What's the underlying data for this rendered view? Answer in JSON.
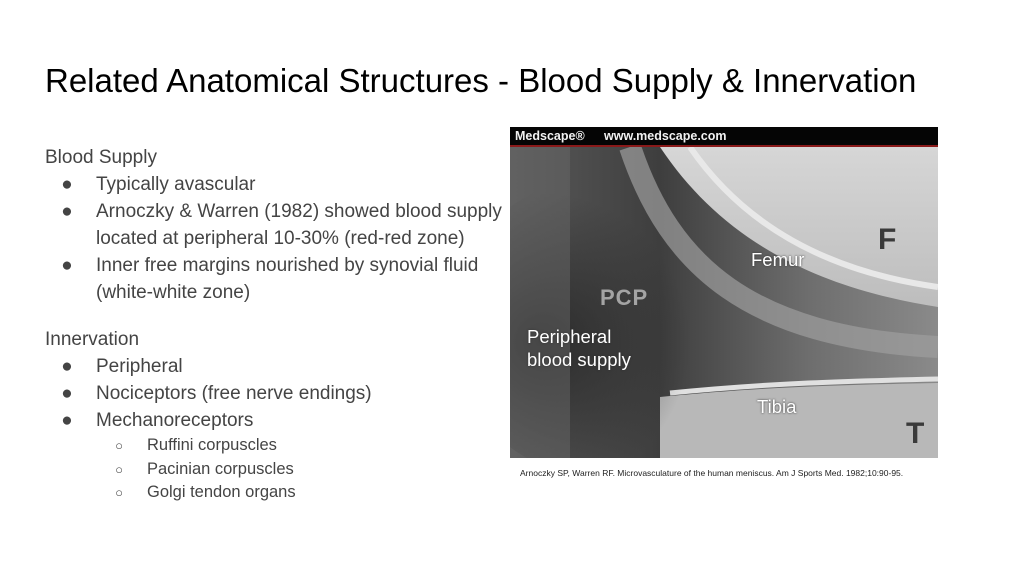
{
  "title": "Related Anatomical Structures - Blood Supply & Innervation",
  "blood_supply": {
    "heading": "Blood Supply",
    "items": [
      "Typically avascular",
      "Arnoczky & Warren (1982) showed blood supply located at peripheral 10-30% (red-red zone)",
      "Inner free margins nourished by synovial fluid (white-white zone)"
    ]
  },
  "innervation": {
    "heading": "Innervation",
    "items": [
      "Peripheral",
      "Nociceptors (free nerve endings)",
      "Mechanoreceptors"
    ],
    "subitems": [
      "Ruffini corpuscles",
      "Pacinian corpuscles",
      "Golgi tendon organs"
    ]
  },
  "bullets": {
    "level1": "●",
    "level2": "○"
  },
  "figure": {
    "header_brand": "Medscape®",
    "header_site": "www.medscape.com",
    "labels": {
      "femur": "Femur",
      "peripheral_line1": "Peripheral",
      "peripheral_line2": "blood supply",
      "tibia": "Tibia"
    },
    "letters": {
      "f": "F",
      "t": "T",
      "pcp": "PCP"
    }
  },
  "citation": "Arnoczky SP, Warren RF. Microvasculature of the human meniscus. Am J Sports Med. 1982;10:90-95.",
  "colors": {
    "title": "#000000",
    "body": "#444444",
    "header_bar": "#050505",
    "header_rule": "#8a1a1a"
  }
}
